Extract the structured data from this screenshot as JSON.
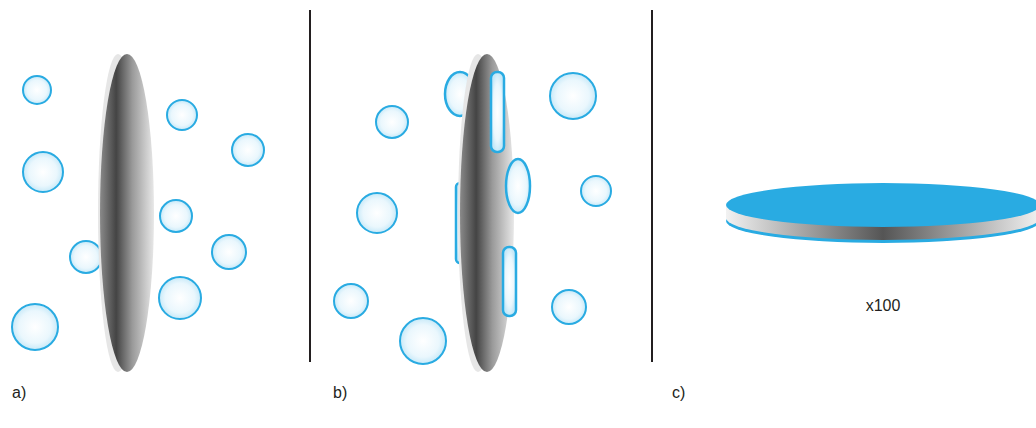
{
  "diagram": {
    "labels": [
      "a)",
      "b)",
      "c)",
      "x100"
    ]
  }
}
